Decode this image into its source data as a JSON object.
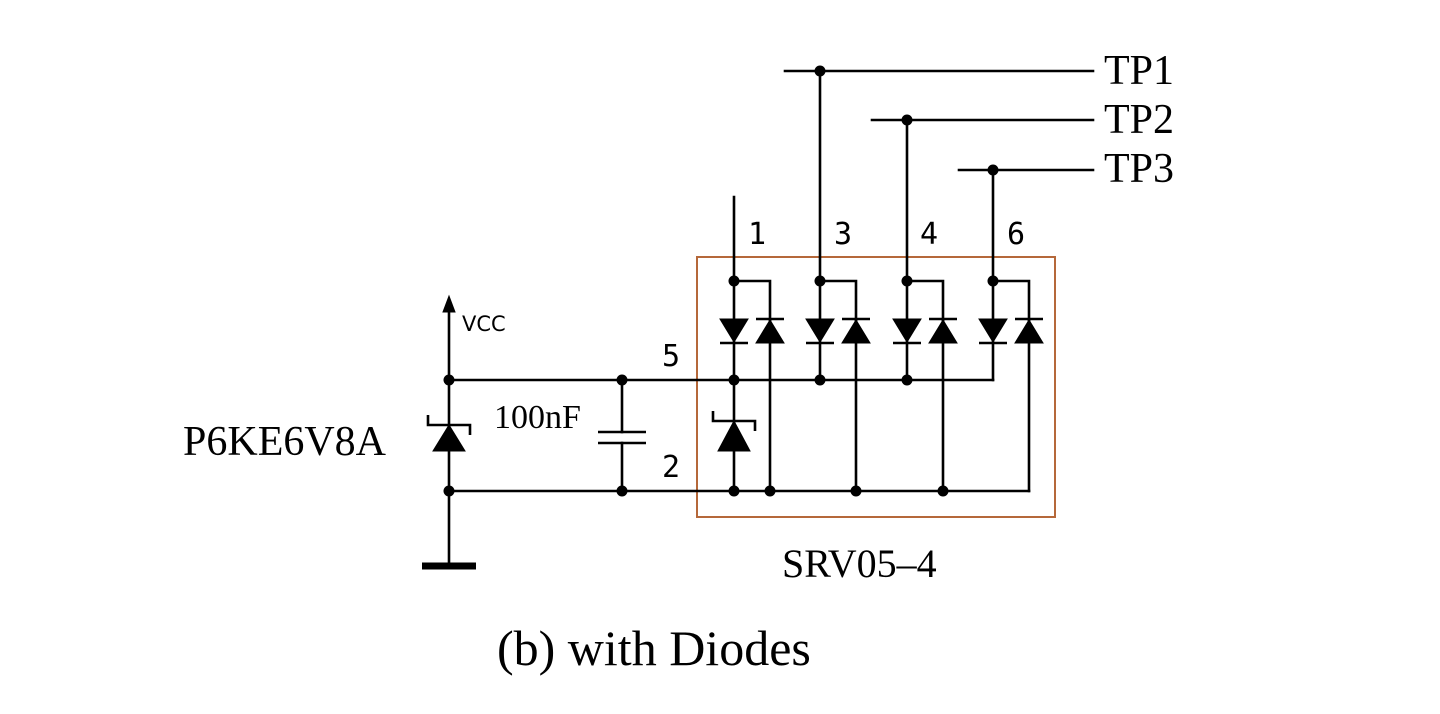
{
  "caption": "(b) with Diodes",
  "labels": {
    "tp1": "TP1",
    "tp2": "TP2",
    "tp3": "TP3",
    "vcc": "VCC",
    "tvs": "P6KE6V8A",
    "cap": "100nF",
    "ic": "SRV05–4"
  },
  "pins": {
    "p1": "1",
    "p3": "3",
    "p4": "4",
    "p6": "6",
    "p5": "5",
    "p2": "2"
  },
  "colors": {
    "ic_box": "#b5683a",
    "ink": "#000000"
  }
}
